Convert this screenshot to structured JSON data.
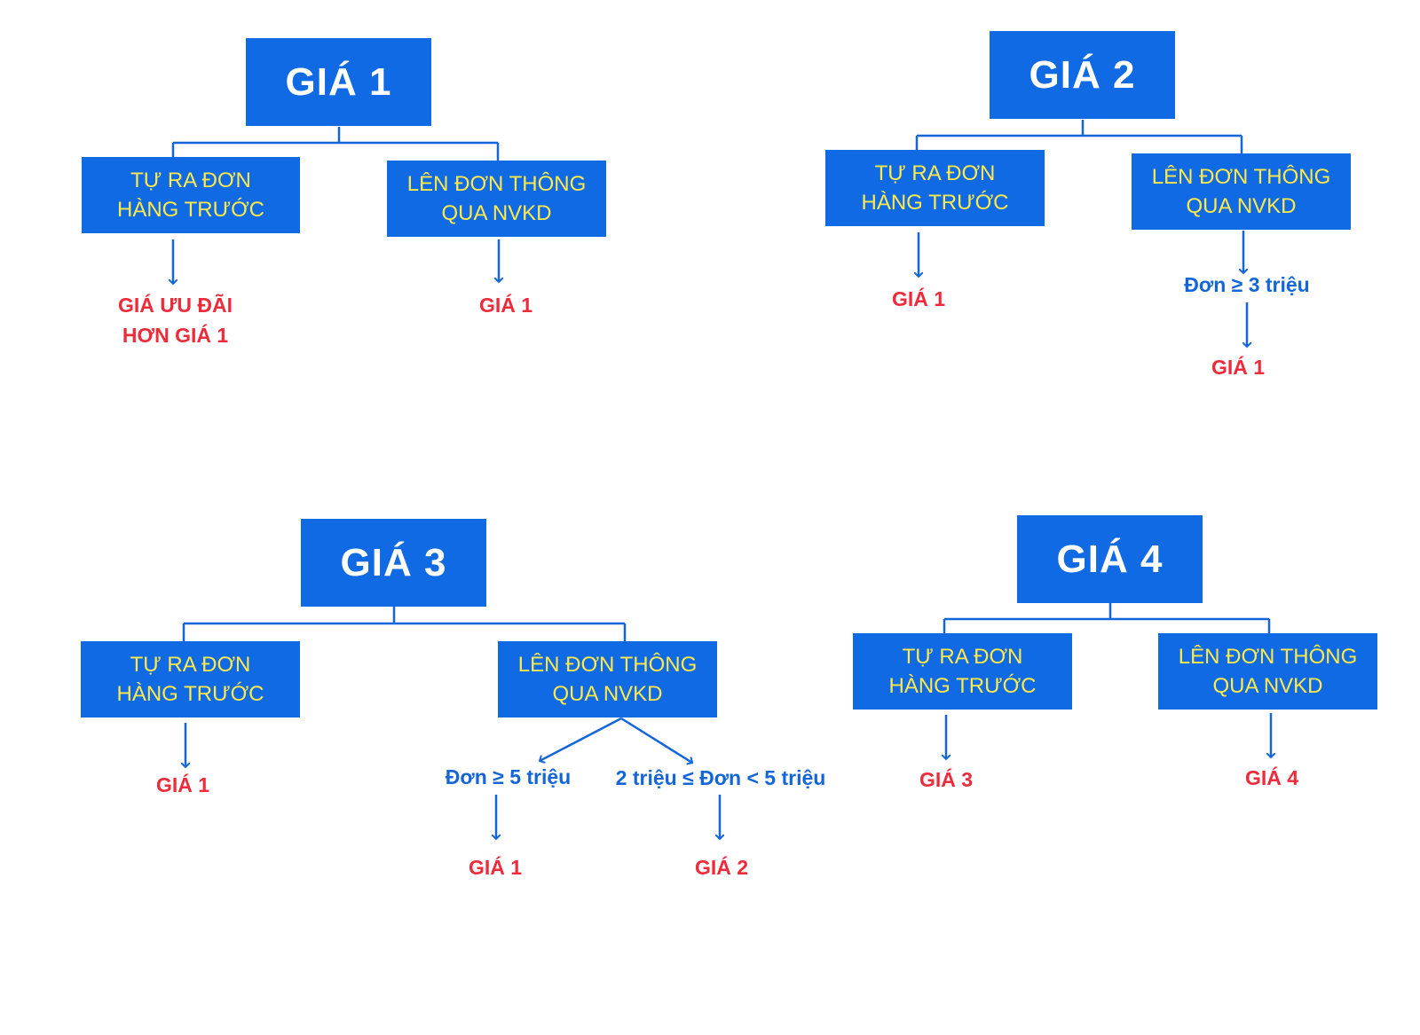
{
  "colors": {
    "box_fill": "#0f6ae4",
    "title_text": "#ffffff",
    "sub_text": "#ffe94a",
    "result_text": "#ee2b3a",
    "condition_text": "#1466d8",
    "connector": "#1466d8"
  },
  "tree1": {
    "title": "GIÁ 1",
    "left_box": "TỰ RA ĐƠN\nHÀNG TRƯỚC",
    "right_box": "LÊN ĐƠN THÔNG\nQUA NVKD",
    "left_result": "GIÁ ƯU ĐÃI\nHƠN GIÁ 1",
    "right_result": "GIÁ 1"
  },
  "tree2": {
    "title": "GIÁ 2",
    "left_box": "TỰ RA ĐƠN\nHÀNG TRƯỚC",
    "right_box": "LÊN ĐƠN THÔNG\nQUA NVKD",
    "left_result": "GIÁ 1",
    "right_condition": "Đơn ≥ 3 triệu",
    "right_result": "GIÁ 1"
  },
  "tree3": {
    "title": "GIÁ 3",
    "left_box": "TỰ RA ĐƠN\nHÀNG TRƯỚC",
    "right_box": "LÊN ĐƠN THÔNG\nQUA NVKD",
    "left_result": "GIÁ 1",
    "condition_a": "Đơn ≥ 5 triệu",
    "condition_b": "2 triệu ≤ Đơn < 5 triệu",
    "result_a": "GIÁ 1",
    "result_b": "GIÁ 2"
  },
  "tree4": {
    "title": "GIÁ 4",
    "left_box": "TỰ RA ĐƠN\nHÀNG TRƯỚC",
    "right_box": "LÊN ĐƠN THÔNG\nQUA NVKD",
    "left_result": "GIÁ 3",
    "right_result": "GIÁ 4"
  }
}
